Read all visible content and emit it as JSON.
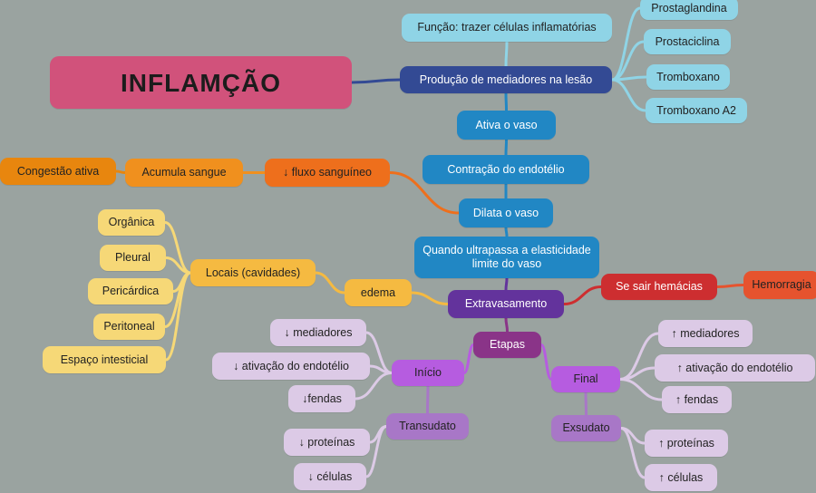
{
  "colors": {
    "background": "#9aa3a0",
    "title": "#d1527b",
    "navy": "#334a94",
    "blue": "#2187c4",
    "cyan": "#8fd4e6",
    "orange": "#ee6f1c",
    "dark_orange": "#e8860e",
    "mid_orange": "#f0901e",
    "amber": "#f5ba41",
    "yellow": "#f6d877",
    "red": "#cd2e30",
    "red_orange": "#e6532e",
    "purple": "#63339c",
    "plum": "#8a3488",
    "violet": "#b65ce0",
    "lavender": "#a877c7",
    "light_lavender": "#dccae6"
  },
  "mindmap": {
    "title": "INFLAMÇÃO",
    "nodes": [
      {
        "id": "producao",
        "label": "Produção de mediadores na lesão",
        "color": "navy",
        "text": "light"
      },
      {
        "id": "funcao",
        "label": "Função: trazer células inflamatórias",
        "color": "cyan",
        "text": "dark"
      },
      {
        "id": "prostaglandina",
        "label": "Prostaglandina",
        "color": "cyan",
        "text": "dark"
      },
      {
        "id": "prostaciclina",
        "label": "Prostaciclina",
        "color": "cyan",
        "text": "dark"
      },
      {
        "id": "tromboxano",
        "label": "Tromboxano",
        "color": "cyan",
        "text": "dark"
      },
      {
        "id": "tromboxano_a2",
        "label": "Tromboxano A2",
        "color": "cyan",
        "text": "dark"
      },
      {
        "id": "ativa",
        "label": "Ativa o vaso",
        "color": "blue",
        "text": "light"
      },
      {
        "id": "contracao",
        "label": "Contração do endotélio",
        "color": "blue",
        "text": "light"
      },
      {
        "id": "dilata",
        "label": "Dilata o vaso",
        "color": "blue",
        "text": "light"
      },
      {
        "id": "fluxo",
        "label": "↓ fluxo sanguíneo",
        "color": "orange",
        "text": "dark"
      },
      {
        "id": "acumula",
        "label": "Acumula sangue",
        "color": "mid_orange",
        "text": "dark"
      },
      {
        "id": "congestao",
        "label": "Congestão ativa",
        "color": "dark_orange",
        "text": "dark"
      },
      {
        "id": "ultrapassa",
        "label": "Quando ultrapassa a elasticidade limite do vaso",
        "color": "blue",
        "text": "light"
      },
      {
        "id": "extravasamento",
        "label": "Extravasamento",
        "color": "purple",
        "text": "light"
      },
      {
        "id": "sair",
        "label": "Se sair hemácias",
        "color": "red",
        "text": "light"
      },
      {
        "id": "hemorragia",
        "label": "Hemorragia",
        "color": "red_orange",
        "text": "dark"
      },
      {
        "id": "edema",
        "label": "edema",
        "color": "amber",
        "text": "dark"
      },
      {
        "id": "locais",
        "label": "Locais (cavidades)",
        "color": "amber",
        "text": "dark"
      },
      {
        "id": "organica",
        "label": "Orgânica",
        "color": "yellow",
        "text": "dark"
      },
      {
        "id": "pleural",
        "label": "Pleural",
        "color": "yellow",
        "text": "dark"
      },
      {
        "id": "pericardica",
        "label": "Pericárdica",
        "color": "yellow",
        "text": "dark"
      },
      {
        "id": "peritoneal",
        "label": "Peritoneal",
        "color": "yellow",
        "text": "dark"
      },
      {
        "id": "espaco",
        "label": "Espaço intesticial",
        "color": "yellow",
        "text": "dark"
      },
      {
        "id": "etapas",
        "label": "Etapas",
        "color": "plum",
        "text": "light"
      },
      {
        "id": "inicio",
        "label": "Início",
        "color": "violet",
        "text": "dark"
      },
      {
        "id": "i_mediadores",
        "label": "↓ mediadores",
        "color": "light_lavender",
        "text": "dark"
      },
      {
        "id": "i_ativacao",
        "label": "↓ ativação do endotélio",
        "color": "light_lavender",
        "text": "dark"
      },
      {
        "id": "i_fendas",
        "label": "↓fendas",
        "color": "light_lavender",
        "text": "dark"
      },
      {
        "id": "transudato",
        "label": "Transudato",
        "color": "lavender",
        "text": "dark"
      },
      {
        "id": "t_proteinas",
        "label": "↓ proteínas",
        "color": "light_lavender",
        "text": "dark"
      },
      {
        "id": "t_celulas",
        "label": "↓ células",
        "color": "light_lavender",
        "text": "dark"
      },
      {
        "id": "final",
        "label": "Final",
        "color": "violet",
        "text": "dark"
      },
      {
        "id": "f_mediadores",
        "label": "↑ mediadores",
        "color": "light_lavender",
        "text": "dark"
      },
      {
        "id": "f_ativacao",
        "label": "↑ ativação do endotélio",
        "color": "light_lavender",
        "text": "dark"
      },
      {
        "id": "f_fendas",
        "label": "↑ fendas",
        "color": "light_lavender",
        "text": "dark"
      },
      {
        "id": "exsudato",
        "label": "Exsudato",
        "color": "lavender",
        "text": "dark"
      },
      {
        "id": "e_proteinas",
        "label": "↑ proteínas",
        "color": "light_lavender",
        "text": "dark"
      },
      {
        "id": "e_celulas",
        "label": "↑ células",
        "color": "light_lavender",
        "text": "dark"
      }
    ],
    "edges": [
      {
        "from": "title",
        "to": "producao",
        "color": "navy"
      },
      {
        "from": "producao",
        "to": "funcao",
        "color": "cyan"
      },
      {
        "from": "producao",
        "to": "prostaglandina",
        "color": "cyan"
      },
      {
        "from": "producao",
        "to": "prostaciclina",
        "color": "cyan"
      },
      {
        "from": "producao",
        "to": "tromboxano",
        "color": "cyan"
      },
      {
        "from": "producao",
        "to": "tromboxano_a2",
        "color": "cyan"
      },
      {
        "from": "producao",
        "to": "ativa",
        "color": "blue"
      },
      {
        "from": "ativa",
        "to": "contracao",
        "color": "blue"
      },
      {
        "from": "contracao",
        "to": "dilata",
        "color": "blue"
      },
      {
        "from": "dilata",
        "to": "fluxo",
        "color": "orange"
      },
      {
        "from": "fluxo",
        "to": "acumula",
        "color": "mid_orange"
      },
      {
        "from": "acumula",
        "to": "congestao",
        "color": "dark_orange"
      },
      {
        "from": "dilata",
        "to": "ultrapassa",
        "color": "blue"
      },
      {
        "from": "ultrapassa",
        "to": "extravasamento",
        "color": "purple"
      },
      {
        "from": "extravasamento",
        "to": "sair",
        "color": "red"
      },
      {
        "from": "sair",
        "to": "hemorragia",
        "color": "red_orange"
      },
      {
        "from": "extravasamento",
        "to": "edema",
        "color": "amber"
      },
      {
        "from": "edema",
        "to": "locais",
        "color": "amber"
      },
      {
        "from": "locais",
        "to": "organica",
        "color": "yellow"
      },
      {
        "from": "locais",
        "to": "pleural",
        "color": "yellow"
      },
      {
        "from": "locais",
        "to": "pericardica",
        "color": "yellow"
      },
      {
        "from": "locais",
        "to": "peritoneal",
        "color": "yellow"
      },
      {
        "from": "locais",
        "to": "espaco",
        "color": "yellow"
      },
      {
        "from": "extravasamento",
        "to": "etapas",
        "color": "plum"
      },
      {
        "from": "etapas",
        "to": "inicio",
        "color": "violet"
      },
      {
        "from": "etapas",
        "to": "final",
        "color": "violet"
      },
      {
        "from": "inicio",
        "to": "i_mediadores",
        "color": "light_lavender"
      },
      {
        "from": "inicio",
        "to": "i_ativacao",
        "color": "light_lavender"
      },
      {
        "from": "inicio",
        "to": "i_fendas",
        "color": "light_lavender"
      },
      {
        "from": "inicio",
        "to": "transudato",
        "color": "lavender"
      },
      {
        "from": "transudato",
        "to": "t_proteinas",
        "color": "light_lavender"
      },
      {
        "from": "transudato",
        "to": "t_celulas",
        "color": "light_lavender"
      },
      {
        "from": "final",
        "to": "f_mediadores",
        "color": "light_lavender"
      },
      {
        "from": "final",
        "to": "f_ativacao",
        "color": "light_lavender"
      },
      {
        "from": "final",
        "to": "f_fendas",
        "color": "light_lavender"
      },
      {
        "from": "final",
        "to": "exsudato",
        "color": "lavender"
      },
      {
        "from": "exsudato",
        "to": "e_proteinas",
        "color": "light_lavender"
      },
      {
        "from": "exsudato",
        "to": "e_celulas",
        "color": "light_lavender"
      }
    ]
  }
}
